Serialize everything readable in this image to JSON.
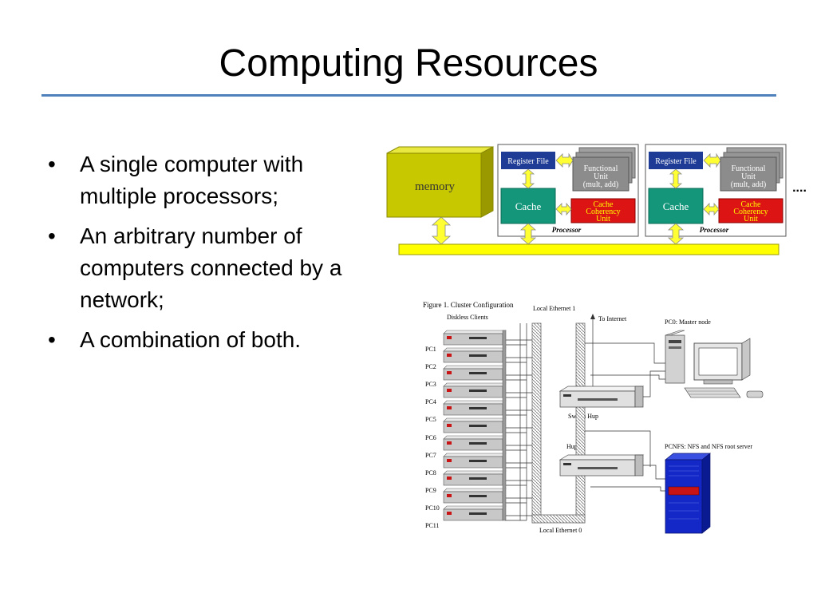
{
  "slide": {
    "title": "Computing Resources",
    "bullet_glyph": "•",
    "bullets": [
      "A single computer with multiple processors;",
      "An arbitrary number of computers connected by a network;",
      "A combination of both."
    ]
  },
  "smp_diagram": {
    "memory_label": "memory",
    "processors": [
      {
        "register_file": "Register File",
        "functional_unit": [
          "Functional",
          "Unit",
          "(mult, add)"
        ],
        "cache": "Cache",
        "coherency": [
          "Cache",
          "Coherency",
          "Unit"
        ],
        "caption": "Processor"
      },
      {
        "register_file": "Register File",
        "functional_unit": [
          "Functional",
          "Unit",
          "(mult, add)"
        ],
        "cache": "Cache",
        "coherency": [
          "Cache",
          "Coherency",
          "Unit"
        ],
        "caption": "Processor"
      }
    ],
    "ellipsis": "....",
    "colors": {
      "memory": "#c8c800",
      "bus": "#ffff00",
      "register_file": "#1e3c96",
      "functional_unit": "#8c8c8c",
      "cache": "#14967a",
      "coherency": "#dc1414",
      "coherency_text": "#ffff00"
    }
  },
  "cluster_diagram": {
    "figure_caption": "Figure 1. Cluster Configuration",
    "diskless_clients_label": "Diskless Clients",
    "local_ethernet_1": "Local Ethernet 1",
    "local_ethernet_0": "Local Ethernet 0",
    "to_internet": "To Internet",
    "master_label": "PC0: Master node",
    "switch_label": "Switch Hup",
    "hub_label": "Hup",
    "nfs_label": "PCNFS: NFS and NFS root server",
    "clients": [
      "PC1",
      "PC2",
      "PC3",
      "PC4",
      "PC5",
      "PC6",
      "PC7",
      "PC8",
      "PC9",
      "PC10",
      "PC11"
    ],
    "colors": {
      "server": "#1428c8",
      "client": "#c8c8c8",
      "hub": "#e0e0e0"
    }
  }
}
